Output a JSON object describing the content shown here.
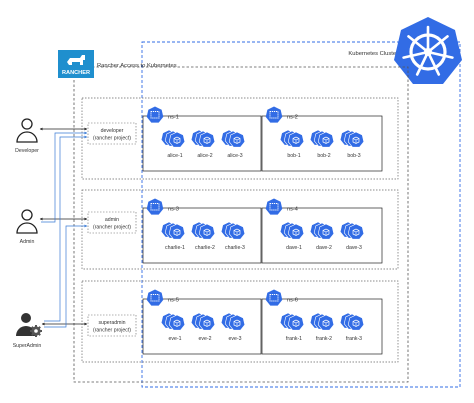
{
  "cluster": {
    "title": "Kubernetes Cluster"
  },
  "rancher": {
    "logo_text": "RANCHER",
    "title": "Rancher Access to Kubernetes"
  },
  "users": [
    {
      "label": "Developer"
    },
    {
      "label": "Admin"
    },
    {
      "label": "SuperAdmin"
    }
  ],
  "projects": [
    {
      "line1": "developer",
      "line2": "(rancher project)"
    },
    {
      "line1": "admin",
      "line2": "(rancher project)"
    },
    {
      "line1": "superadmin",
      "line2": "(rancher project)"
    }
  ],
  "namespaces": [
    {
      "label": "ns-1",
      "pods": [
        "alice-1",
        "alice-2",
        "alice-3"
      ]
    },
    {
      "label": "ns-2",
      "pods": [
        "bob-1",
        "bob-2",
        "bob-3"
      ]
    },
    {
      "label": "ns-3",
      "pods": [
        "charlie-1",
        "charlie-2",
        "charlie-3"
      ]
    },
    {
      "label": "ns-4",
      "pods": [
        "dave-1",
        "dave-2",
        "dave-3"
      ]
    },
    {
      "label": "ns-5",
      "pods": [
        "eve-1",
        "eve-2",
        "eve-3"
      ]
    },
    {
      "label": "ns-6",
      "pods": [
        "frank-1",
        "frank-2",
        "frank-3"
      ]
    }
  ],
  "colors": {
    "k8s_blue": "#326ce5",
    "rancher_blue": "#1f8fce",
    "arrow_blue": "#3a7bd5",
    "dark": "#222222"
  }
}
